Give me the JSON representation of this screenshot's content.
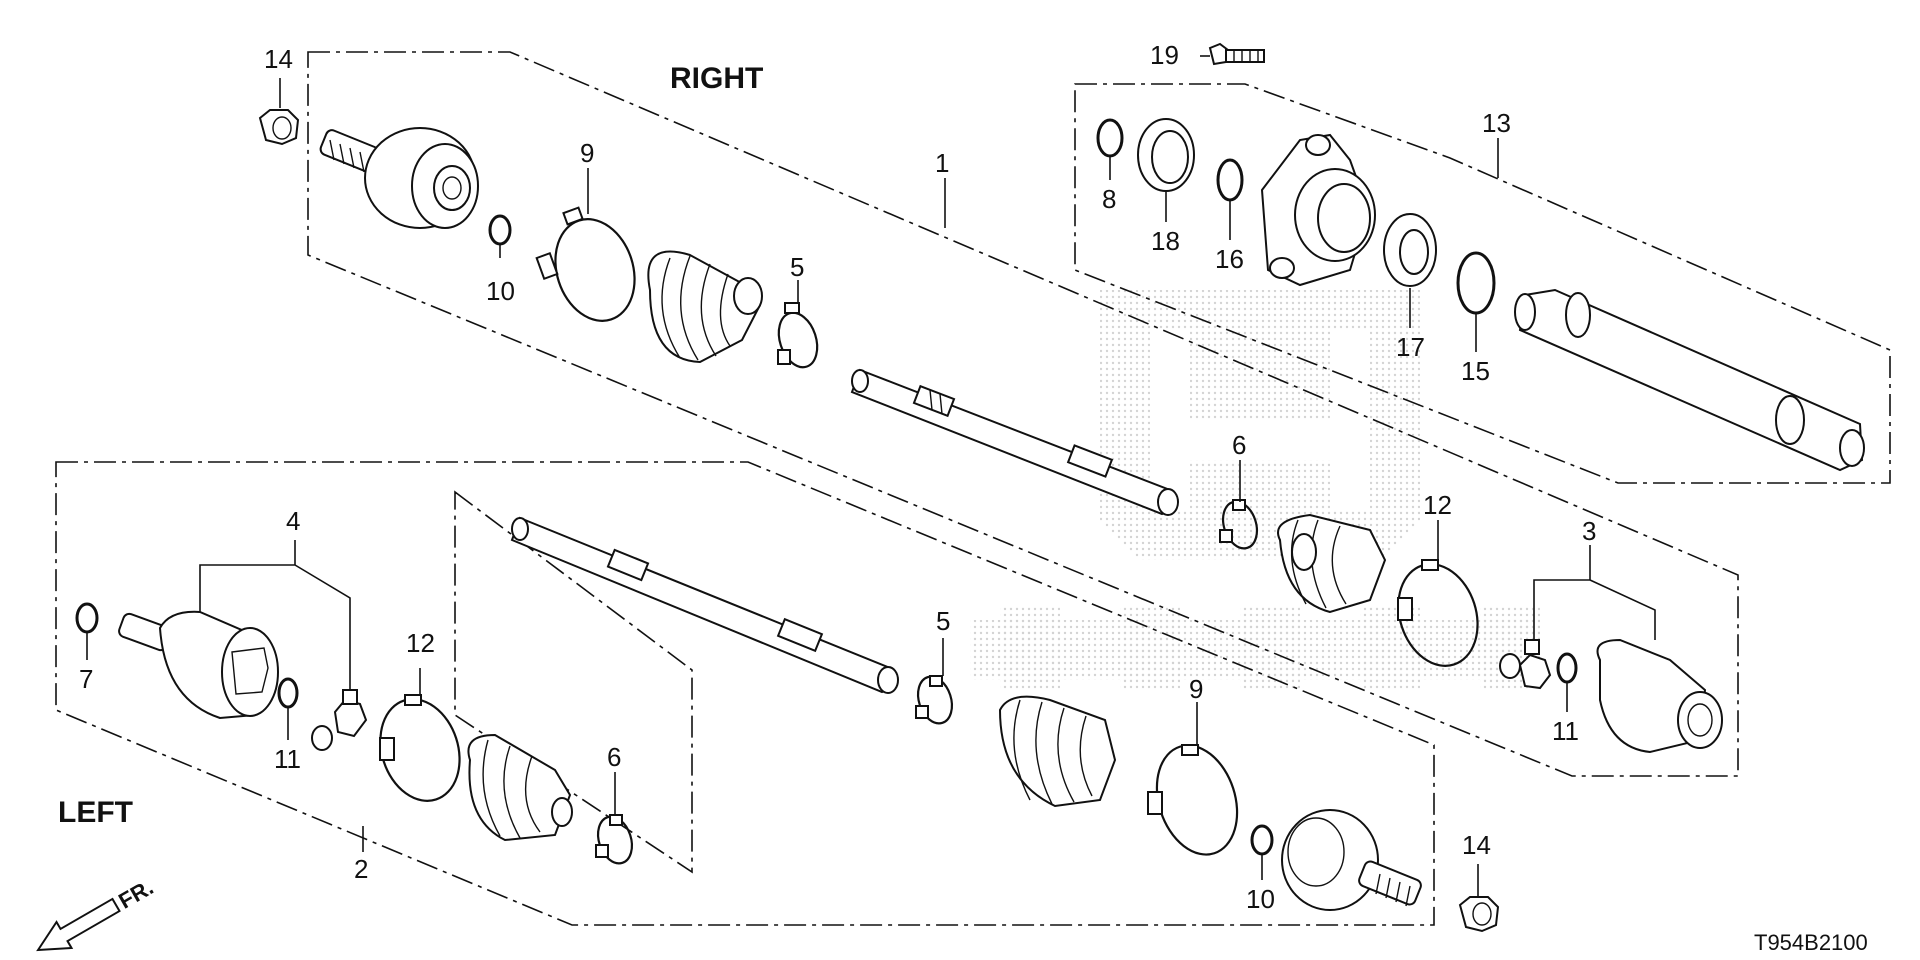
{
  "diagram": {
    "side_labels": {
      "right": "RIGHT",
      "left": "LEFT"
    },
    "front_arrow_label": "FR.",
    "diagram_code": "T954B2100",
    "watermark_brand": "Honda",
    "callouts": {
      "c1": "1",
      "c2": "2",
      "c3": "3",
      "c4": "4",
      "c5a": "5",
      "c5b": "5",
      "c6a": "6",
      "c6b": "6",
      "c7": "7",
      "c8": "8",
      "c9a": "9",
      "c9b": "9",
      "c10a": "10",
      "c10b": "10",
      "c11a": "11",
      "c11b": "11",
      "c12a": "12",
      "c12b": "12",
      "c13": "13",
      "c14a": "14",
      "c14b": "14",
      "c15": "15",
      "c16": "16",
      "c17": "17",
      "c18": "18",
      "c19": "19"
    }
  }
}
